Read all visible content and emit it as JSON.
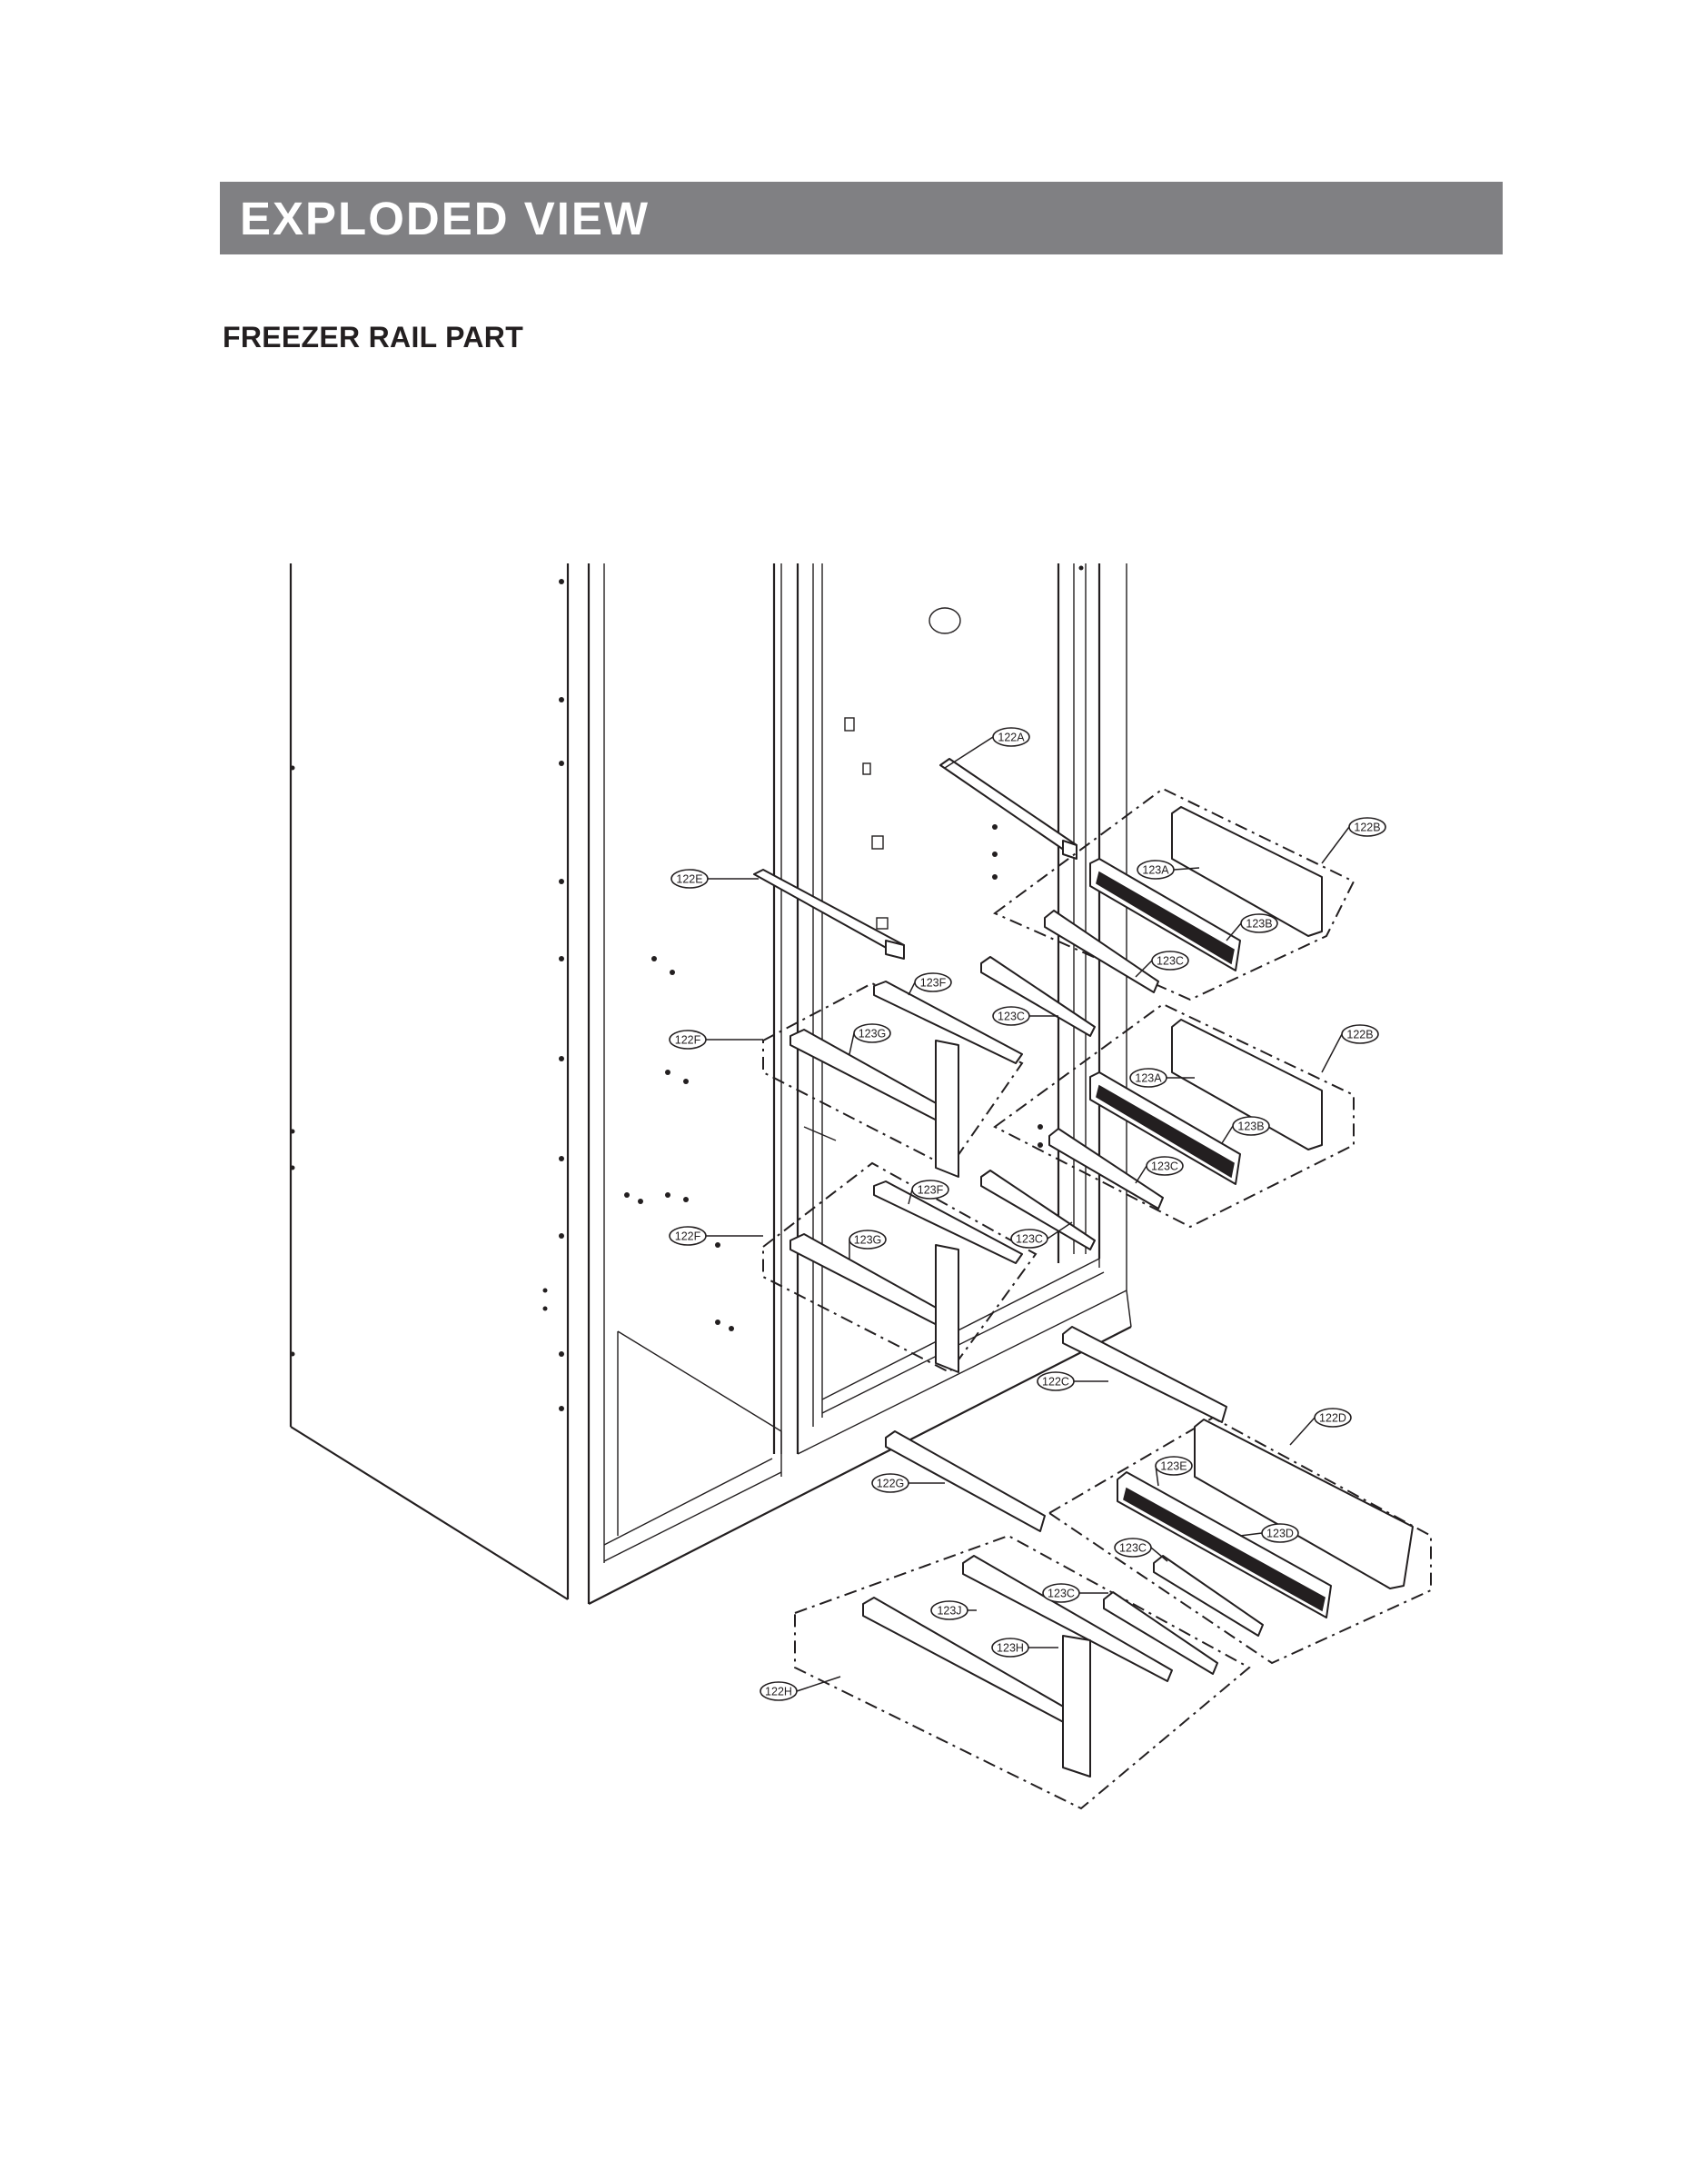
{
  "header": {
    "title": "EXPLODED VIEW"
  },
  "section": {
    "title": "FREEZER RAIL PART"
  },
  "diagram": {
    "callouts": [
      {
        "id": "c-122A",
        "label": "122A"
      },
      {
        "id": "c-122B-top",
        "label": "122B"
      },
      {
        "id": "c-123A-top",
        "label": "123A"
      },
      {
        "id": "c-123B-top",
        "label": "123B"
      },
      {
        "id": "c-123C-top",
        "label": "123C"
      },
      {
        "id": "c-122E",
        "label": "122E"
      },
      {
        "id": "c-123F-top",
        "label": "123F"
      },
      {
        "id": "c-123C-mid",
        "label": "123C"
      },
      {
        "id": "c-123G-top",
        "label": "123G"
      },
      {
        "id": "c-122F-top",
        "label": "122F"
      },
      {
        "id": "c-122B-mid",
        "label": "122B"
      },
      {
        "id": "c-123A-mid",
        "label": "123A"
      },
      {
        "id": "c-123B-mid",
        "label": "123B"
      },
      {
        "id": "c-123C-mid2",
        "label": "123C"
      },
      {
        "id": "c-123F-mid",
        "label": "123F"
      },
      {
        "id": "c-123C-low",
        "label": "123C"
      },
      {
        "id": "c-122F-mid",
        "label": "122F"
      },
      {
        "id": "c-123G-mid",
        "label": "123G"
      },
      {
        "id": "c-122C",
        "label": "122C"
      },
      {
        "id": "c-122D",
        "label": "122D"
      },
      {
        "id": "c-123E",
        "label": "123E"
      },
      {
        "id": "c-122G",
        "label": "122G"
      },
      {
        "id": "c-123D",
        "label": "123D"
      },
      {
        "id": "c-123C-bot",
        "label": "123C"
      },
      {
        "id": "c-123C-bot2",
        "label": "123C"
      },
      {
        "id": "c-123J",
        "label": "123J"
      },
      {
        "id": "c-123H",
        "label": "123H"
      },
      {
        "id": "c-122H",
        "label": "122H"
      }
    ]
  }
}
